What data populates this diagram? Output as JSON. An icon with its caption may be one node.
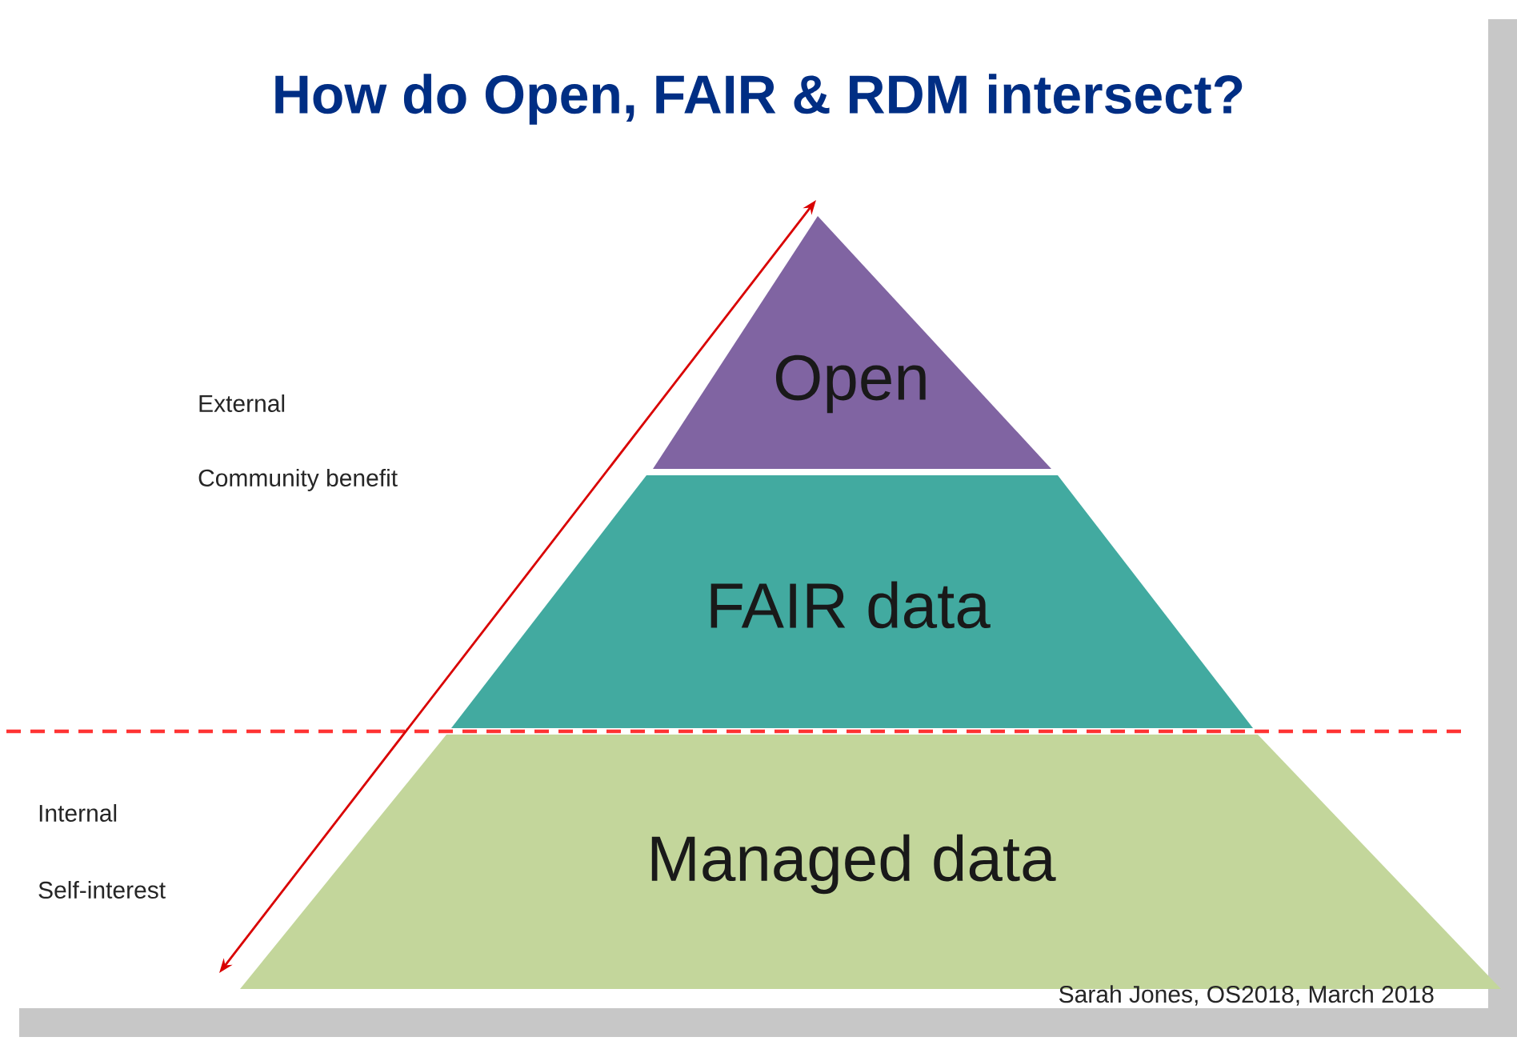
{
  "diagram": {
    "title": "How do Open, FAIR & RDM intersect?",
    "nodes": [
      {
        "text": [
          "Open"
        ]
      },
      {
        "text": [
          "FAIR data"
        ]
      },
      {
        "text": [
          "Managed data"
        ]
      }
    ],
    "labels": [
      "External",
      "Community benefit",
      "Internal",
      "Self-interest",
      "Sarah Jones, OS2018, March 2018"
    ]
  }
}
